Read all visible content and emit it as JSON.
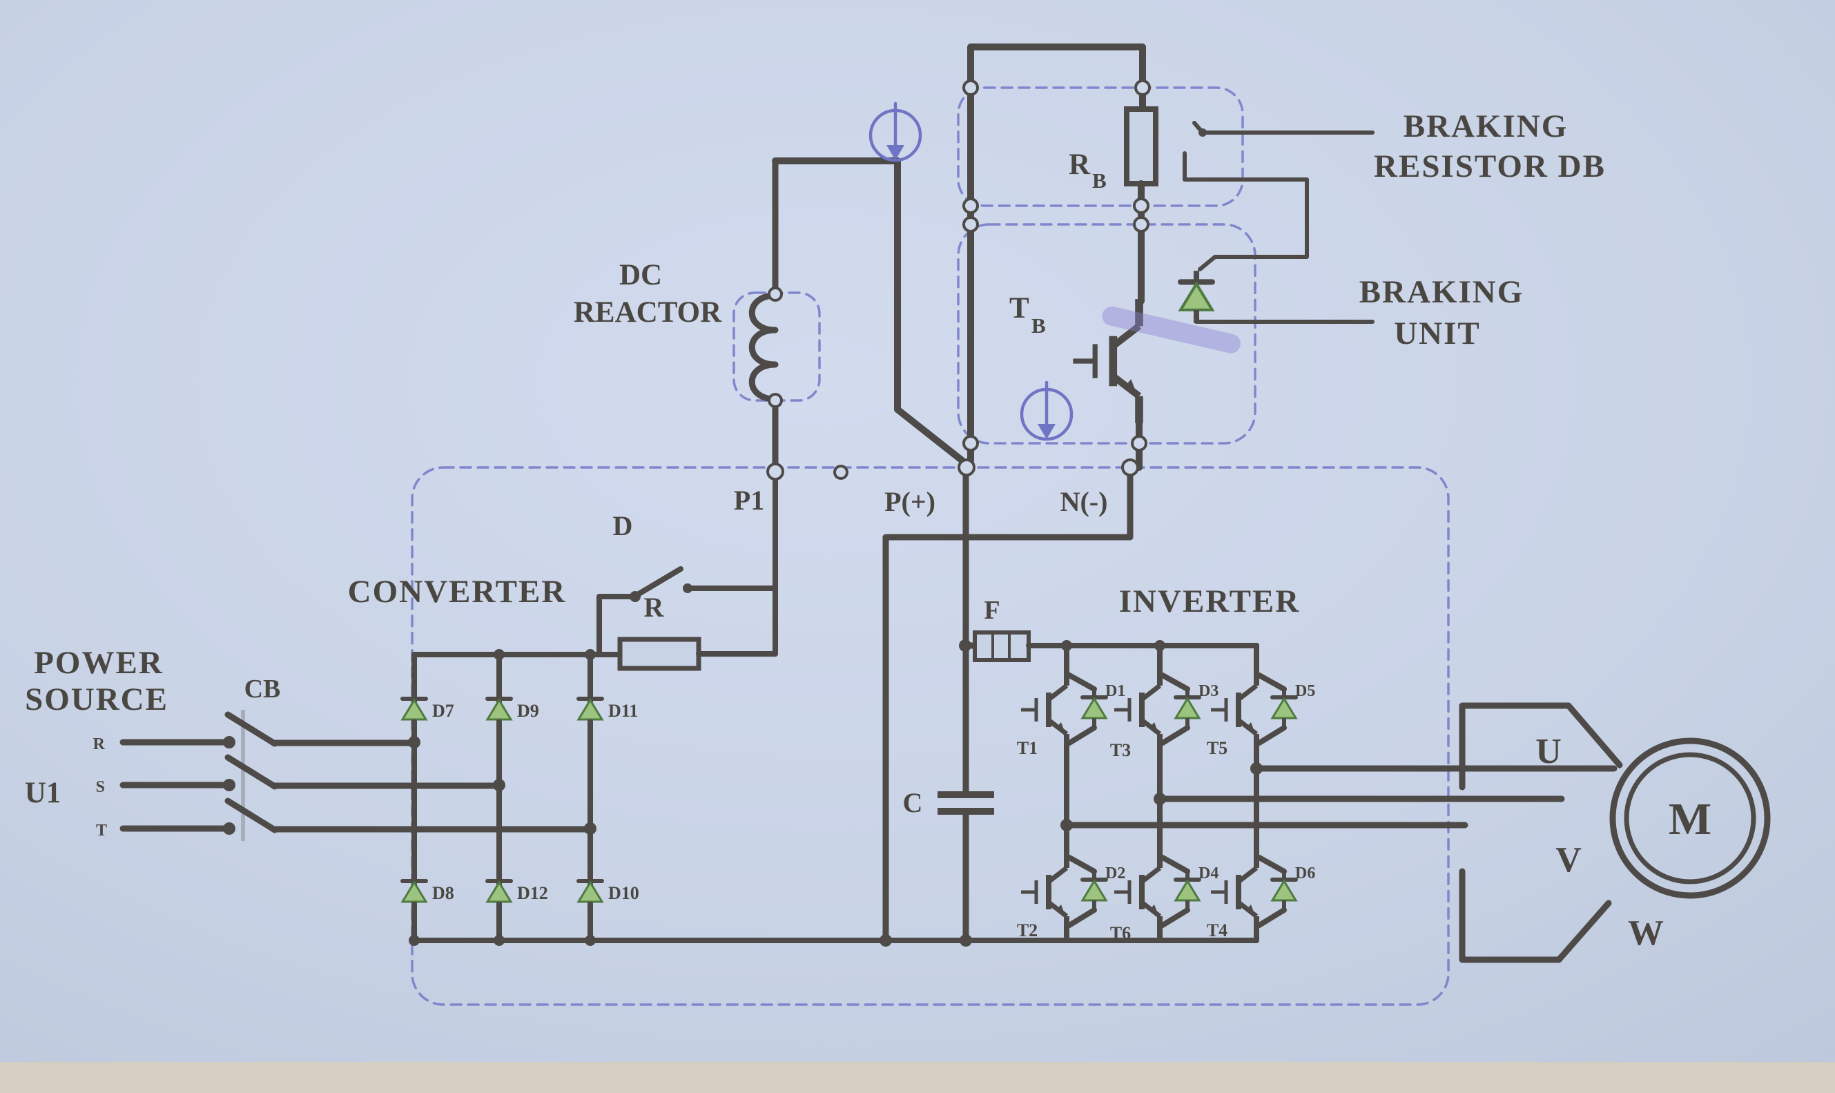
{
  "colors": {
    "background": "#c9d3e6",
    "wire": "#4d4a47",
    "dashed_boundary": "#8186cc",
    "annotation_purple": "#6f74c4",
    "diode_fill": "#9cc47e",
    "text": "#4a4742",
    "paper_edge": "#d5cec2",
    "highlight": "rgba(139,128,209,0.42)"
  },
  "power_source": {
    "label_line1": "POWER",
    "label_line2": "SOURCE",
    "source_id": "U1",
    "phase_labels": [
      "R",
      "S",
      "T"
    ],
    "breaker_label": "CB"
  },
  "converter": {
    "title": "CONVERTER",
    "top_diodes": [
      "D7",
      "D9",
      "D11"
    ],
    "bottom_diodes": [
      "D8",
      "D12",
      "D10"
    ],
    "bypass_switch": "D",
    "charge_resistor": "R",
    "terminal_p1": "P1"
  },
  "dc_link": {
    "dc_reactor_line1": "DC",
    "dc_reactor_line2": "REACTOR",
    "terminal_p_plus": "P(+)",
    "terminal_n_minus": "N(-)",
    "fuse": "F",
    "capacitor": "C"
  },
  "braking": {
    "resistor_symbol": "R",
    "resistor_symbol_sub": "B",
    "transistor_symbol": "T",
    "transistor_symbol_sub": "B",
    "resistor_label_line1": "BRAKING",
    "resistor_label_line2": "RESISTOR DB",
    "unit_label_line1": "BRAKING",
    "unit_label_line2": "UNIT"
  },
  "inverter": {
    "title": "INVERTER",
    "top_row": [
      {
        "transistor": "T1",
        "diode": "D1"
      },
      {
        "transistor": "T3",
        "diode": "D3"
      },
      {
        "transistor": "T5",
        "diode": "D5"
      }
    ],
    "bottom_row": [
      {
        "transistor": "T2",
        "diode": "D2"
      },
      {
        "transistor": "T6",
        "diode": "D4"
      },
      {
        "transistor": "T4",
        "diode": "D6"
      }
    ]
  },
  "motor": {
    "symbol": "M",
    "terminals": [
      "U",
      "V",
      "W"
    ]
  }
}
